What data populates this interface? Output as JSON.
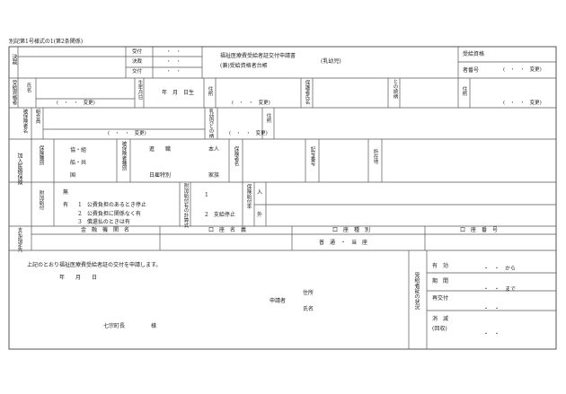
{
  "form_number": "別記第1号様式の1(第2条関係)",
  "header": {
    "ketsusai": "決裁",
    "uketsuke": "受付",
    "kessai": "決裁",
    "kofu": "交付",
    "dots": "・　・",
    "title_line1": "福祉医療費受給者証交付申請書",
    "title_line2": "(兼)受給資格者台帳",
    "infant": "(乳幼児)",
    "shikaku_label": "受給資格",
    "sha_bango": "者番号",
    "henko": "(　・　・　変更)"
  },
  "row1": {
    "jukyu_shikakusha": "受給資格者",
    "shimei": "氏名",
    "seinengappi": "生年月日",
    "date": "年　月　日生",
    "jusho": "住所",
    "hogosha": "保護者氏名",
    "zokugara": "との続柄",
    "henko": "(　・　・　変更)"
  },
  "row2": {
    "hihokensha": "被保険者名",
    "kumiaiin": "組合員",
    "nyuyoji": "乳幼児との柄",
    "jusho": "住所",
    "henko": "(　・　・　変更)"
  },
  "kanyu": {
    "label": "加入医療保険",
    "hoken_shubetsu": "保険種別",
    "kyokai": "協・組",
    "sen": "船・共",
    "kuni": "国",
    "hihokensha_shubetsu": "被保険者種別",
    "shintai": "進　　職",
    "nichiyou": "日雇特別",
    "honnin": "本人",
    "kazoku": "家族",
    "hokensha_mei": "保険者名",
    "kigo_bango": "記号番号",
    "shozaichi": "所在地",
    "fuka_kyufu": "附加給付",
    "nashi": "無",
    "ari": "有",
    "reason1": "1　公費負担のあるとき停止",
    "reason2": "2　公費負担に関係なく有",
    "reason3": "3　償還払のときは有",
    "fuka_keisan": "附加給付有の計算式",
    "keisan1": "1",
    "keisan2": "2　支給停止",
    "hoken_kyufu_ritsu": "保険給付率",
    "nyu": "入",
    "gai": "外"
  },
  "bank": {
    "shitei": "支払指定先",
    "kinyu": "金　融　機　関　名",
    "koza_meigi": "口　座　名　義",
    "koza_shubetsu": "口　座　種　別",
    "koza_bango": "口　座　番　号",
    "futsu": "普　通　・　当　座"
  },
  "footer": {
    "statement": "上記のとおり福祉医療費受給者証の交付を申請します。",
    "date": "年　　月　　日",
    "jusho": "住所",
    "shinseisha": "申請者",
    "shimei": "氏名",
    "mayor": "七宗町長",
    "sama": "様",
    "status_label": "受給者証の状況",
    "yuko": "有　効",
    "kikan": "期　間",
    "kara": "・　・　から",
    "made": "・　・　まで",
    "saikofu": "再交付",
    "shometsu": "消　滅",
    "kaishu": "(回収)",
    "dots": "・　・"
  }
}
